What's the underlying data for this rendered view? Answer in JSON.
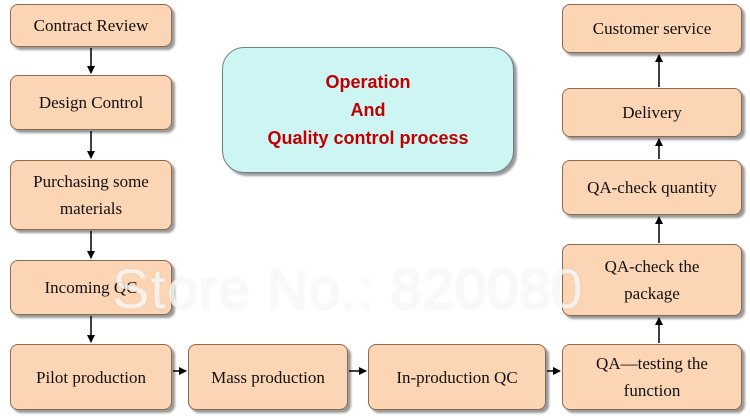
{
  "title": {
    "line1": "Operation",
    "line2": "And",
    "line3": "Quality control process",
    "color": "#c00000"
  },
  "steps": {
    "contract_review": "Contract Review",
    "design_control": "Design Control",
    "purchasing_line1": "Purchasing some",
    "purchasing_line2": "materials",
    "incoming_qc": "Incoming QC",
    "pilot_production": "Pilot production",
    "mass_production": "Mass production",
    "in_production_qc": "In-production QC",
    "qa_testing_line1": "QA—testing the",
    "qa_testing_line2": "function",
    "qa_package_line1": "QA-check the",
    "qa_package_line2": "package",
    "qa_quantity": "QA-check quantity",
    "delivery": "Delivery",
    "customer_service": "Customer service"
  },
  "watermark": "Store No.: 820080",
  "colors": {
    "box_fill": "#fcd5b4",
    "title_fill": "#cdf5f3",
    "arrow": "#000000"
  }
}
